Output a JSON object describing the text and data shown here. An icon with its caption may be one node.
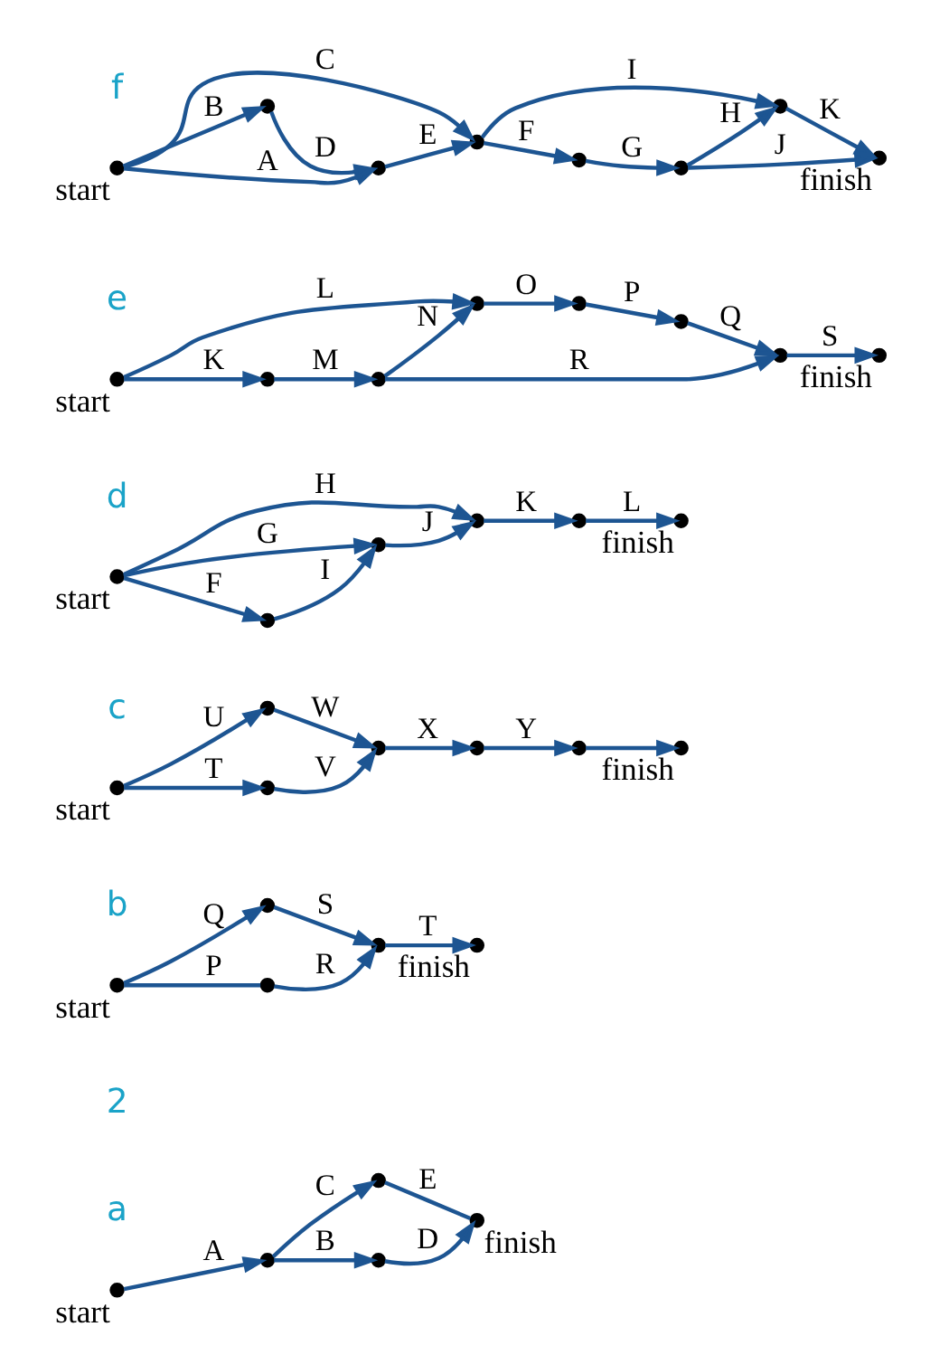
{
  "diagram": {
    "nodes": [
      {
        "text": [],
        "shape": "circle",
        "beside": [
          "start"
        ]
      },
      {
        "text": [],
        "shape": "circle"
      },
      {
        "text": [],
        "shape": "circle"
      },
      {
        "text": [],
        "shape": "circle"
      },
      {
        "text": [],
        "shape": "circle",
        "beside": [
          "finish"
        ]
      },
      {
        "text": [],
        "shape": "circle",
        "beside": [
          "start"
        ]
      },
      {
        "text": [],
        "shape": "circle"
      },
      {
        "text": [],
        "shape": "circle"
      },
      {
        "text": [],
        "shape": "circle"
      },
      {
        "text": [],
        "shape": "circle",
        "beside": [
          "finish"
        ]
      },
      {
        "text": [],
        "shape": "circle",
        "beside": [
          "start"
        ]
      },
      {
        "text": [],
        "shape": "circle"
      },
      {
        "text": [],
        "shape": "circle"
      },
      {
        "text": [],
        "shape": "circle"
      },
      {
        "text": [],
        "shape": "circle"
      },
      {
        "text": [],
        "shape": "circle"
      },
      {
        "text": [],
        "shape": "circle",
        "beside": [
          "finish"
        ]
      },
      {
        "text": [],
        "shape": "circle",
        "beside": [
          "start"
        ]
      },
      {
        "text": [],
        "shape": "circle"
      },
      {
        "text": [],
        "shape": "circle"
      },
      {
        "text": [],
        "shape": "circle"
      },
      {
        "text": [],
        "shape": "circle"
      },
      {
        "text": [],
        "shape": "circle",
        "beside": [
          "finish"
        ]
      },
      {
        "text": [],
        "shape": "circle",
        "beside": [
          "start"
        ]
      },
      {
        "text": [],
        "shape": "circle"
      },
      {
        "text": [],
        "shape": "circle"
      },
      {
        "text": [],
        "shape": "circle"
      },
      {
        "text": [],
        "shape": "circle"
      },
      {
        "text": [],
        "shape": "circle"
      },
      {
        "text": [],
        "shape": "circle"
      },
      {
        "text": [],
        "shape": "circle",
        "beside": [
          "finish"
        ]
      },
      {
        "text": [],
        "shape": "circle",
        "beside": [
          "start"
        ]
      },
      {
        "text": [],
        "shape": "circle"
      },
      {
        "text": [],
        "shape": "circle"
      },
      {
        "text": [],
        "shape": "circle"
      },
      {
        "text": [],
        "shape": "circle"
      },
      {
        "text": [],
        "shape": "circle"
      },
      {
        "text": [],
        "shape": "circle"
      },
      {
        "text": [],
        "shape": "circle",
        "beside": [
          "finish"
        ]
      }
    ],
    "edges": [
      {
        "from": 0,
        "to": 1,
        "arrow": "to",
        "label": "A"
      },
      {
        "from": 1,
        "to": 2,
        "arrow": "to",
        "label": "B"
      },
      {
        "from": 1,
        "to": 3,
        "arrow": "to",
        "label": "C"
      },
      {
        "from": 2,
        "to": 4,
        "arrow": "to",
        "label": "D"
      },
      {
        "from": 3,
        "to": 4,
        "arrow": "none",
        "label": "E"
      },
      {
        "from": 5,
        "to": 6,
        "arrow": "none",
        "label": "P"
      },
      {
        "from": 5,
        "to": 7,
        "arrow": "to",
        "label": "Q"
      },
      {
        "from": 6,
        "to": 8,
        "arrow": "to",
        "label": "R"
      },
      {
        "from": 7,
        "to": 8,
        "arrow": "to",
        "label": "S"
      },
      {
        "from": 8,
        "to": 9,
        "arrow": "to",
        "label": "T"
      },
      {
        "from": 10,
        "to": 11,
        "arrow": "to",
        "label": "T"
      },
      {
        "from": 10,
        "to": 12,
        "arrow": "to",
        "label": "U"
      },
      {
        "from": 11,
        "to": 13,
        "arrow": "to",
        "label": "V"
      },
      {
        "from": 12,
        "to": 13,
        "arrow": "to",
        "label": "W"
      },
      {
        "from": 13,
        "to": 14,
        "arrow": "to",
        "label": "X"
      },
      {
        "from": 14,
        "to": 15,
        "arrow": "to",
        "label": "Y"
      },
      {
        "from": 15,
        "to": 16,
        "arrow": "to"
      },
      {
        "from": 17,
        "to": 18,
        "arrow": "to",
        "label": "F"
      },
      {
        "from": 17,
        "to": 19,
        "arrow": "to",
        "label": "G"
      },
      {
        "from": 17,
        "to": 20,
        "arrow": "to",
        "label": "H"
      },
      {
        "from": 18,
        "to": 19,
        "arrow": "to",
        "label": "I"
      },
      {
        "from": 19,
        "to": 20,
        "arrow": "to",
        "label": "J"
      },
      {
        "from": 20,
        "to": 21,
        "arrow": "to",
        "label": "K"
      },
      {
        "from": 21,
        "to": 22,
        "arrow": "to",
        "label": "L"
      },
      {
        "from": 23,
        "to": 24,
        "arrow": "to",
        "label": "K"
      },
      {
        "from": 23,
        "to": 26,
        "arrow": "to",
        "label": "L"
      },
      {
        "from": 24,
        "to": 25,
        "arrow": "to",
        "label": "M"
      },
      {
        "from": 25,
        "to": 26,
        "arrow": "to",
        "label": "N"
      },
      {
        "from": 25,
        "to": 29,
        "arrow": "to",
        "label": "R"
      },
      {
        "from": 26,
        "to": 27,
        "arrow": "to",
        "label": "O"
      },
      {
        "from": 27,
        "to": 28,
        "arrow": "to",
        "label": "P"
      },
      {
        "from": 28,
        "to": 29,
        "arrow": "to",
        "label": "Q"
      },
      {
        "from": 29,
        "to": 30,
        "arrow": "to",
        "label": "S"
      },
      {
        "from": 31,
        "to": 32,
        "arrow": "to",
        "label": "A"
      },
      {
        "from": 31,
        "to": 33,
        "arrow": "to",
        "label": "B"
      },
      {
        "from": 31,
        "to": 34,
        "arrow": "to",
        "label": "C"
      },
      {
        "from": 33,
        "to": 32,
        "arrow": "to",
        "label": "D"
      },
      {
        "from": 32,
        "to": 34,
        "arrow": "to",
        "label": "E"
      },
      {
        "from": 34,
        "to": 35,
        "arrow": "to",
        "label": "F"
      },
      {
        "from": 35,
        "to": 36,
        "arrow": "to",
        "label": "G"
      },
      {
        "from": 36,
        "to": 37,
        "arrow": "to",
        "label": "H"
      },
      {
        "from": 34,
        "to": 37,
        "arrow": "to",
        "label": "I"
      },
      {
        "from": 36,
        "to": 38,
        "arrow": "to",
        "label": "J"
      },
      {
        "from": 37,
        "to": 38,
        "arrow": "to",
        "label": "K"
      }
    ],
    "labels": [
      "2",
      "a",
      "b",
      "c",
      "d",
      "e",
      "f"
    ]
  }
}
